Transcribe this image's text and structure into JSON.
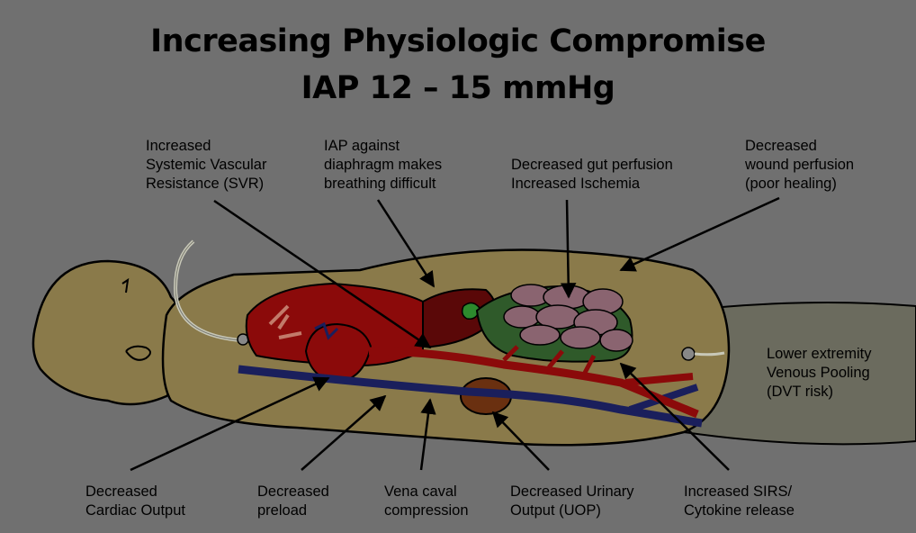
{
  "title": {
    "line1": "Increasing Physiologic Compromise",
    "line2": "IAP 12 – 15 mmHg"
  },
  "labels": {
    "svr": [
      "Increased",
      "Systemic Vascular",
      "Resistance (SVR)"
    ],
    "diaphragm": [
      "IAP against",
      "diaphragm makes",
      "breathing difficult"
    ],
    "gut": [
      "Decreased gut perfusion",
      "Increased Ischemia"
    ],
    "wound": [
      "Decreased",
      "wound perfusion",
      "(poor healing)"
    ],
    "venous": [
      "Lower extremity",
      "Venous Pooling",
      "(DVT risk)"
    ],
    "cardiac": [
      "Decreased",
      "Cardiac Output"
    ],
    "preload": [
      "Decreased",
      "preload"
    ],
    "vena": [
      "Vena caval",
      "compression"
    ],
    "urinary": [
      "Decreased Urinary",
      "Output (UOP)"
    ],
    "sirs": [
      "Increased SIRS/",
      "Cytokine release"
    ]
  },
  "colors": {
    "background": "#707070",
    "skin": "#8a7a4a",
    "sheet": "#6b6b5e",
    "artery": "#8b0a0a",
    "vein": "#1a1f5c",
    "intestine": "#8a6470",
    "mesentery": "#2f5a2a",
    "arrow": "#000000"
  }
}
